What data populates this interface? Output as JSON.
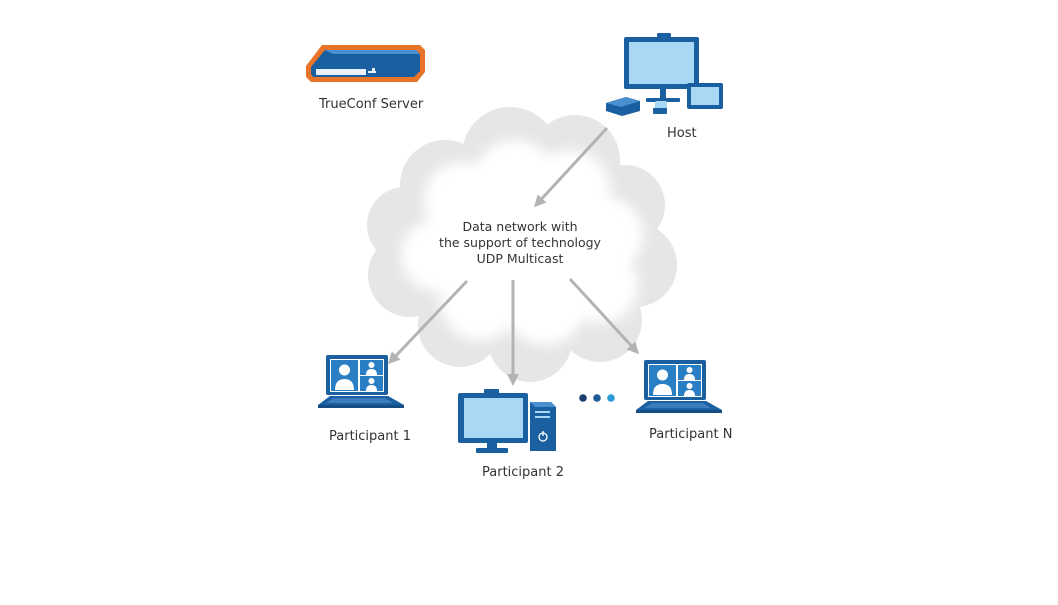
{
  "nodes": {
    "server": {
      "label": "TrueConf Server",
      "icon": "server-icon"
    },
    "host": {
      "label": "Host",
      "icon": "workstation-icon"
    },
    "participant1": {
      "label": "Participant 1",
      "icon": "laptop-icon"
    },
    "participant2": {
      "label": "Participant 2",
      "icon": "desktop-pc-icon"
    },
    "participantN": {
      "label": "Participant N",
      "icon": "laptop-icon"
    }
  },
  "network": {
    "lines": [
      "Data network with",
      "the support of technology",
      "UDP Multicast"
    ],
    "icon": "cloud-icon"
  },
  "colors": {
    "device_blue": "#1a5fa0",
    "screen_light": "#a9d8f5",
    "server_border": "#e8742a",
    "arrow": "#b3b3b3",
    "cloud_fill": "#e8e8e8",
    "cloud_inner": "#ffffff",
    "dot_dark": "#1a3f6e",
    "dot_light": "#2d9ad8"
  }
}
